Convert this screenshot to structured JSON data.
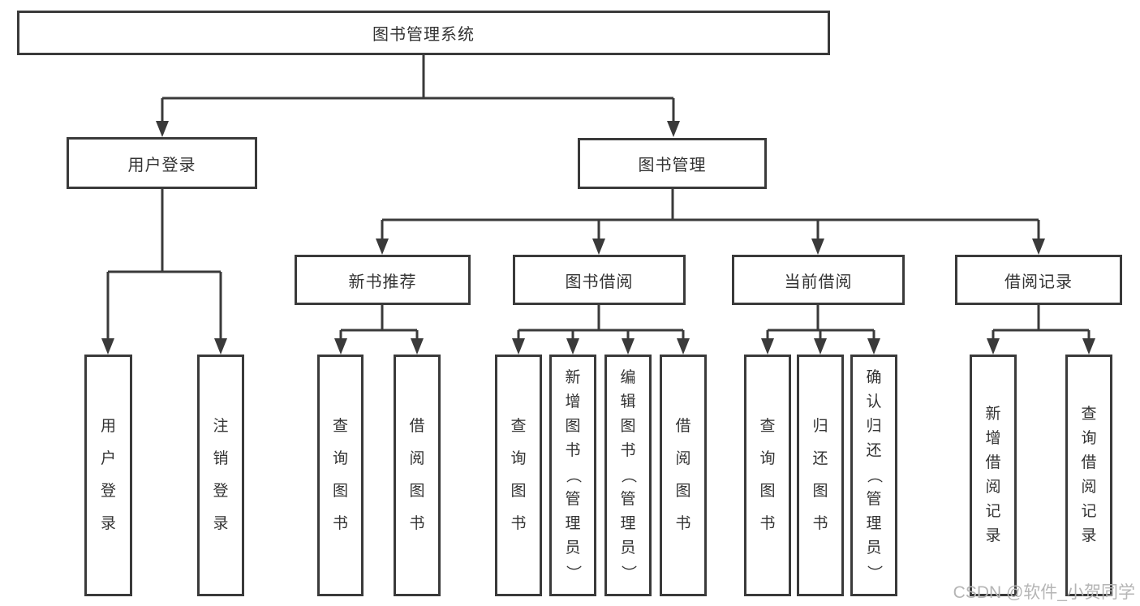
{
  "diagram": {
    "root": {
      "label": "图书管理系统"
    },
    "level2": [
      {
        "label": "用户登录"
      },
      {
        "label": "图书管理"
      }
    ],
    "level3": [
      {
        "label": "新书推荐",
        "parent": "图书管理"
      },
      {
        "label": "图书借阅",
        "parent": "图书管理"
      },
      {
        "label": "当前借阅",
        "parent": "图书管理"
      },
      {
        "label": "借阅记录",
        "parent": "图书管理"
      }
    ],
    "leaves": [
      {
        "label": "用户登录",
        "parent": "用户登录"
      },
      {
        "label": "注销登录",
        "parent": "用户登录"
      },
      {
        "label": "查询图书",
        "parent": "新书推荐"
      },
      {
        "label": "借阅图书",
        "parent": "新书推荐"
      },
      {
        "label": "查询图书",
        "parent": "图书借阅"
      },
      {
        "label": "新增图书（管理员）",
        "parent": "图书借阅"
      },
      {
        "label": "编辑图书（管理员）",
        "parent": "图书借阅"
      },
      {
        "label": "借阅图书",
        "parent": "图书借阅"
      },
      {
        "label": "查询图书",
        "parent": "当前借阅"
      },
      {
        "label": "归还图书",
        "parent": "当前借阅"
      },
      {
        "label": "确认归还（管理员）",
        "parent": "当前借阅"
      },
      {
        "label": "新增借阅记录",
        "parent": "借阅记录"
      },
      {
        "label": "查询借阅记录",
        "parent": "借阅记录"
      }
    ],
    "watermark": "CSDN @软件_小贺同学",
    "colors": {
      "line": "#3a3a3a",
      "text": "#333333",
      "watermark": "#b5b5b5",
      "background": "#ffffff"
    }
  }
}
